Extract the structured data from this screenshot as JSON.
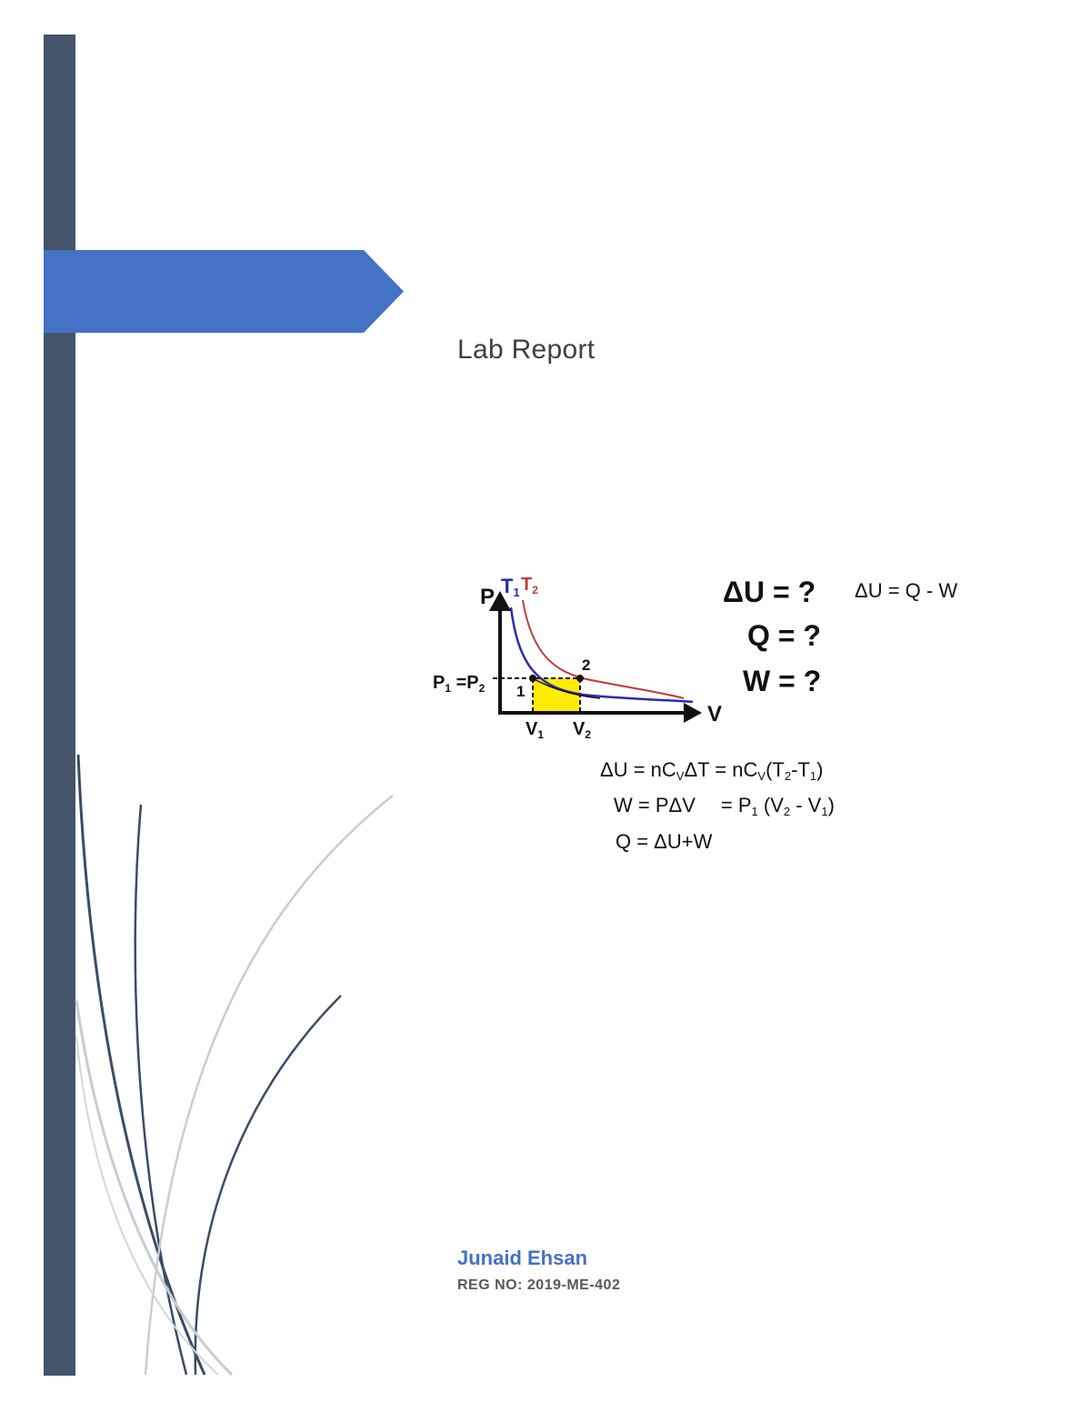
{
  "document": {
    "title": "Lab Report",
    "author": "Junaid Ehsan",
    "reg_no": "REG NO: 2019-ME-402"
  },
  "figure": {
    "axis_p": "P",
    "axis_v": "V",
    "t1": "T",
    "t1_sub": "1",
    "t2": "T",
    "t2_sub": "2",
    "pressure_label": "P",
    "pressure_sub1": "1",
    "pressure_mid": " =P",
    "pressure_sub2": "2",
    "v1": "V",
    "v1_sub": "1",
    "v2": "V",
    "v2_sub": "2",
    "point1": "1",
    "point2": "2",
    "eq_du_q": "ΔU = ?",
    "eq_first_law": "ΔU = Q - W",
    "eq_q_q": "Q = ?",
    "eq_w_q": "W = ?",
    "eq_du_a": "ΔU = nC",
    "eq_du_sub_a": "V",
    "eq_du_b": "ΔT = nC",
    "eq_du_sub_b": "V",
    "eq_du_c": "(T",
    "eq_du_sub_c": "2",
    "eq_du_d": "-T",
    "eq_du_sub_d": "1",
    "eq_du_e": ")",
    "eq_w_a": "W = PΔV",
    "eq_w_b": "= P",
    "eq_w_sub_b": "1",
    "eq_w_c": " (V",
    "eq_w_sub_c": "2",
    "eq_w_d": " - V",
    "eq_w_sub_d": "1",
    "eq_w_e": ")",
    "eq_q": "Q = ΔU+W"
  },
  "colors": {
    "sidebar": "#44546a",
    "banner": "#4472c4",
    "author": "#4472c4",
    "curve_t1": "#2a2ab0",
    "curve_t2": "#c0393b",
    "work_area": "#ffec00"
  }
}
